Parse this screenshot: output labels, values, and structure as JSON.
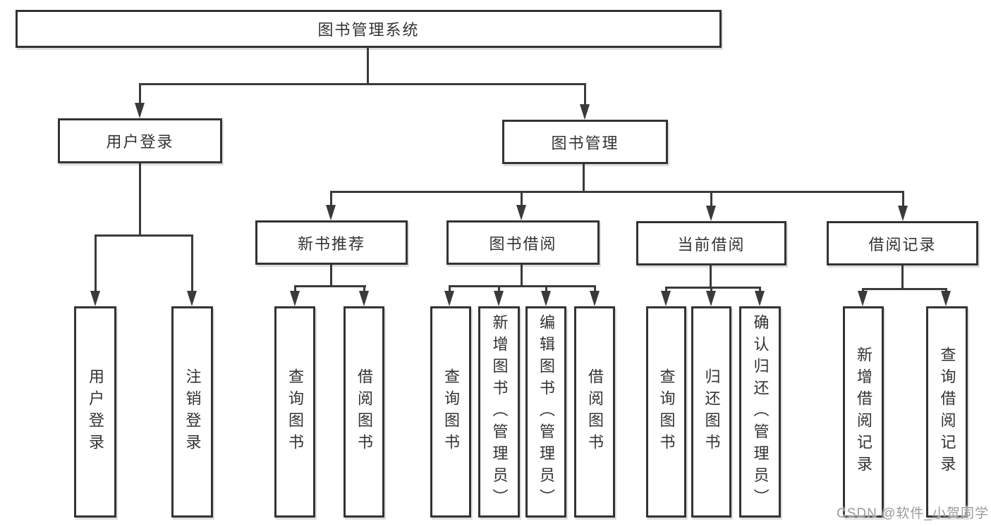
{
  "diagram": {
    "root": {
      "label": "图书管理系统"
    },
    "branches": [
      {
        "label": "用户登录",
        "children": [
          {
            "label": "用户登录"
          },
          {
            "label": "注销登录"
          }
        ]
      },
      {
        "label": "图书管理",
        "children": [
          {
            "label": "新书推荐",
            "children": [
              {
                "label": "查询图书"
              },
              {
                "label": "借阅图书"
              }
            ]
          },
          {
            "label": "图书借阅",
            "children": [
              {
                "label": "查询图书"
              },
              {
                "label": "新增图书（管理员）"
              },
              {
                "label": "编辑图书（管理员）"
              },
              {
                "label": "借阅图书"
              }
            ]
          },
          {
            "label": "当前借阅",
            "children": [
              {
                "label": "查询图书"
              },
              {
                "label": "归还图书"
              },
              {
                "label": "确认归还（管理员）"
              }
            ]
          },
          {
            "label": "借阅记录",
            "children": [
              {
                "label": "新增借阅记录"
              },
              {
                "label": "查询借阅记录"
              }
            ]
          }
        ]
      }
    ]
  },
  "watermark": {
    "text": "CSDN @软件_小贺同学"
  },
  "colors": {
    "line": "#3a3a3a",
    "box_border": "#333333",
    "box_fill": "#ffffff",
    "text": "#333333",
    "watermark": "#9b9b9b",
    "background": "#ffffff"
  }
}
